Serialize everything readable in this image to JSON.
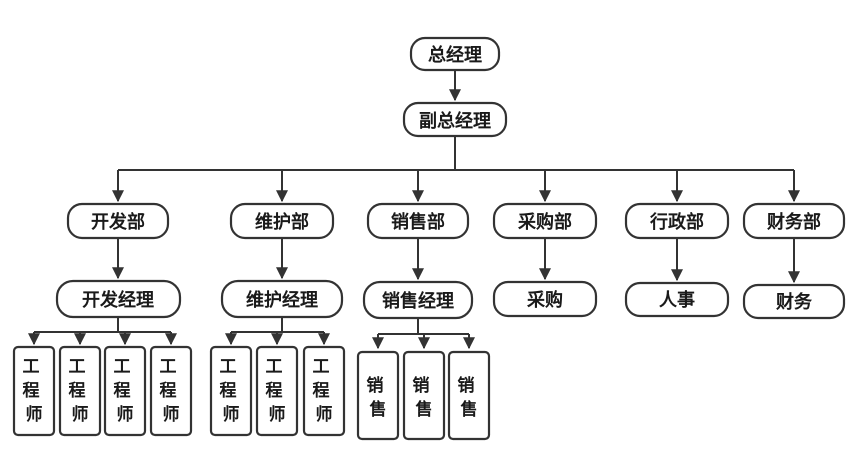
{
  "org_chart": {
    "ceo": "总经理",
    "vice_ceo": "副总经理",
    "departments": [
      {
        "name": "开发部",
        "manager": "开发经理",
        "staff": [
          "工程师",
          "工程师",
          "工程师",
          "工程师"
        ]
      },
      {
        "name": "维护部",
        "manager": "维护经理",
        "staff": [
          "工程师",
          "工程师",
          "工程师"
        ]
      },
      {
        "name": "销售部",
        "manager": "销售经理",
        "staff": [
          "销售",
          "销售",
          "销售"
        ]
      },
      {
        "name": "采购部",
        "manager": "采购",
        "staff": []
      },
      {
        "name": "行政部",
        "manager": "人事",
        "staff": []
      },
      {
        "name": "财务部",
        "manager": "财务",
        "staff": []
      }
    ]
  }
}
